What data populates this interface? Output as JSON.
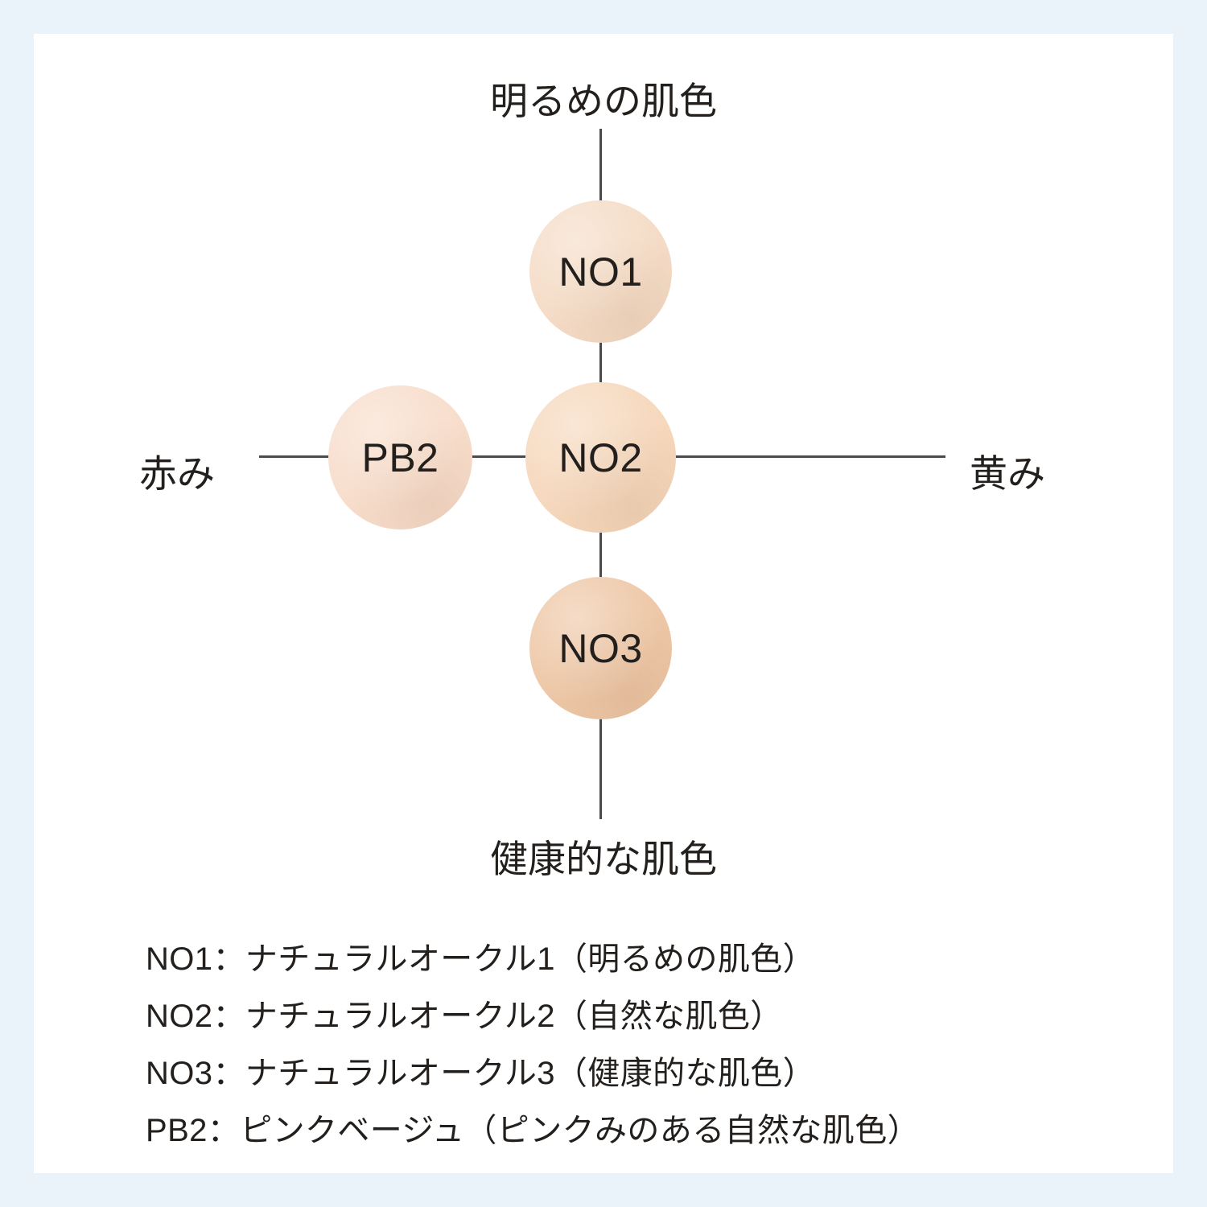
{
  "frame": {
    "border_color": "#eaf2fa",
    "canvas_color": "#ffffff"
  },
  "diagram": {
    "axis_color": "#4b4b4b",
    "labels": {
      "top": "明るめの肌色",
      "bottom": "健康的な肌色",
      "left": "赤み",
      "right": "黄み"
    },
    "swatches": [
      {
        "id": "NO1",
        "label": "NO1",
        "color": "#f5dcc6",
        "position": "top"
      },
      {
        "id": "NO2",
        "label": "NO2",
        "color": "#f6d8bc",
        "position": "center"
      },
      {
        "id": "NO3",
        "label": "NO3",
        "color": "#eec7a6",
        "position": "bottom"
      },
      {
        "id": "PB2",
        "label": "PB2",
        "color": "#f8ddcb",
        "position": "left"
      }
    ]
  },
  "legend": {
    "lines": [
      "NO1：ナチュラルオークル1（明るめの肌色）",
      "NO2：ナチュラルオークル2（自然な肌色）",
      "NO3：ナチュラルオークル3（健康的な肌色）",
      "PB2：ピンクベージュ（ピンクみのある自然な肌色）"
    ]
  },
  "chart_data": {
    "type": "scatter",
    "title": "",
    "xlabel": "赤み ↔ 黄み",
    "ylabel": "明るめの肌色 ↔ 健康的な肌色",
    "x_axis": {
      "left_label": "赤み",
      "right_label": "黄み"
    },
    "y_axis": {
      "top_label": "明るめの肌色",
      "bottom_label": "健康的な肌色"
    },
    "grid": false,
    "legend_position": "below",
    "points": [
      {
        "label": "NO1",
        "x": 0,
        "y": 1,
        "color": "#f5dcc6",
        "description": "ナチュラルオークル1（明るめの肌色）"
      },
      {
        "label": "NO2",
        "x": 0,
        "y": 0,
        "color": "#f6d8bc",
        "description": "ナチュラルオークル2（自然な肌色）"
      },
      {
        "label": "NO3",
        "x": 0,
        "y": -1,
        "color": "#eec7a6",
        "description": "ナチュラルオークル3（健康的な肌色）"
      },
      {
        "label": "PB2",
        "x": -1,
        "y": 0,
        "color": "#f8ddcb",
        "description": "ピンクベージュ（ピンクみのある自然な肌色）"
      }
    ]
  }
}
